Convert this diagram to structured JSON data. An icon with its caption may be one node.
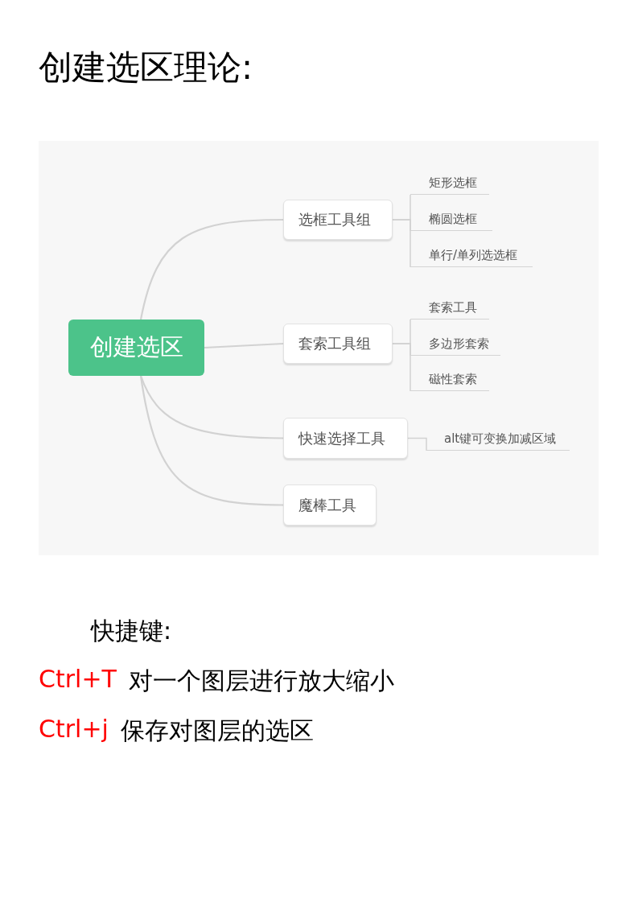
{
  "diagram": {
    "title": "创建选区理论:",
    "nodes": [
      {
        "text": [
          "创建选区"
        ]
      },
      {
        "text": [
          "选框工具组"
        ]
      },
      {
        "text": [
          "矩形选框"
        ]
      },
      {
        "text": [
          "椭圆选框"
        ]
      },
      {
        "text": [
          "单行/单列选选框"
        ]
      },
      {
        "text": [
          "套索工具组"
        ]
      },
      {
        "text": [
          "套索工具"
        ]
      },
      {
        "text": [
          "多边形套索"
        ]
      },
      {
        "text": [
          "磁性套索"
        ]
      },
      {
        "text": [
          "快速选择工具"
        ]
      },
      {
        "text": [
          "alt键可变换加减区域"
        ]
      },
      {
        "text": [
          "魔棒工具"
        ]
      }
    ],
    "edges": [
      {
        "from": 0,
        "to": 1,
        "arrow": "none"
      },
      {
        "from": 1,
        "to": 2,
        "arrow": "none"
      },
      {
        "from": 1,
        "to": 3,
        "arrow": "none"
      },
      {
        "from": 1,
        "to": 4,
        "arrow": "none"
      },
      {
        "from": 0,
        "to": 5,
        "arrow": "none"
      },
      {
        "from": 5,
        "to": 6,
        "arrow": "none"
      },
      {
        "from": 5,
        "to": 7,
        "arrow": "none"
      },
      {
        "from": 5,
        "to": 8,
        "arrow": "none"
      },
      {
        "from": 0,
        "to": 9,
        "arrow": "none"
      },
      {
        "from": 9,
        "to": 10,
        "arrow": "none"
      },
      {
        "from": 0,
        "to": 11,
        "arrow": "none"
      }
    ],
    "labels": [
      "快捷键:",
      "Ctrl+T",
      "对一个图层进行放大缩小",
      "Ctrl+j",
      "保存对图层的选区"
    ]
  }
}
